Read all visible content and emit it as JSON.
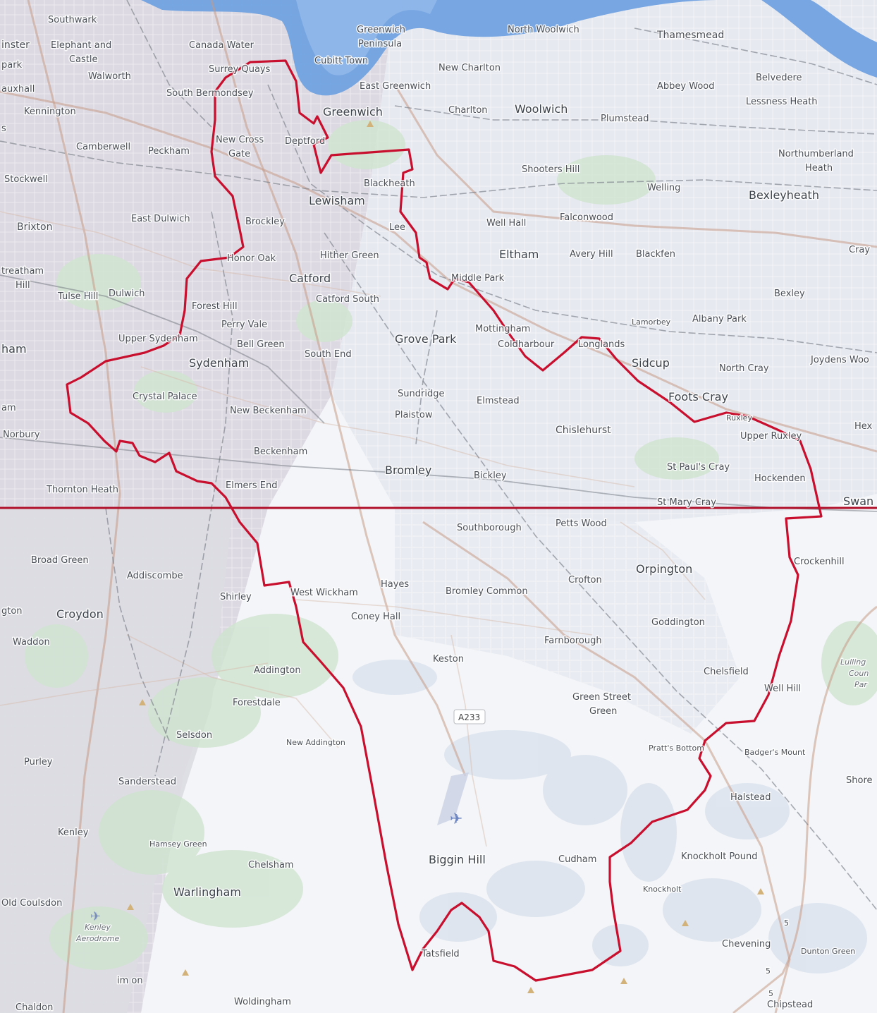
{
  "map": {
    "colors": {
      "boundary": "#c8102e",
      "divider": "#b0102a",
      "river": "#6a9fe0",
      "urban": "#d9d6de",
      "green": "#cfe3cf",
      "open_land": "#f4f6f8"
    },
    "icons": [
      "airport-icon",
      "peak-icon"
    ],
    "places": {
      "southwark": "Southwark",
      "westminster": "inster",
      "elephant": "Elephant and",
      "castle": "Castle",
      "walworth": "Walworth",
      "park": "park",
      "vauxhall": "auxhall",
      "kennington": "Kennington",
      "s_edge": "s",
      "camberwell": "Camberwell",
      "peckham": "Peckham",
      "stockwell": "Stockwell",
      "brixton": "Brixton",
      "east_dulwich": "East Dulwich",
      "streatham": "treatham",
      "hill": "Hill",
      "tulse_hill": "Tulse Hill",
      "dulwich": "Dulwich",
      "ham": "ham",
      "upper_sydenham": "Upper Sydenham",
      "sydenham": "Sydenham",
      "crystal_palace": "Crystal Palace",
      "ham2": "am",
      "norbury": "Norbury",
      "thornton_heath": "Thornton Heath",
      "canada_water": "Canada Water",
      "surrey_quays": "Surrey Quays",
      "south_bermondsey": "South Bermondsey",
      "new_cross": "New Cross",
      "gate": "Gate",
      "deptford": "Deptford",
      "greenwich_peninsula_1": "Greenwich",
      "greenwich_peninsula_2": "Peninsula",
      "cubitt_town": "Cubitt Town",
      "east_greenwich": "East Greenwich",
      "greenwich": "Greenwich",
      "north_woolwich": "North Woolwich",
      "new_charlton": "New Charlton",
      "charlton": "Charlton",
      "woolwich": "Woolwich",
      "thamesmead": "Thamesmead",
      "belvedere": "Belvedere",
      "abbey_wood": "Abbey Wood",
      "lessness_heath": "Lessness Heath",
      "plumstead": "Plumstead",
      "northumberland": "Northumberland",
      "heath": "Heath",
      "shooters_hill": "Shooters Hill",
      "welling": "Welling",
      "bexleyheath": "Bexleyheath",
      "blackheath": "Blackheath",
      "lewisham": "Lewisham",
      "brockley": "Brockley",
      "lee": "Lee",
      "well_hall": "Well Hall",
      "falconwood": "Falconwood",
      "eltham": "Eltham",
      "avery_hill": "Avery Hill",
      "blackfen": "Blackfen",
      "crayford": "Cray",
      "honor_oak": "Honor Oak",
      "hither_green": "Hither Green",
      "catford": "Catford",
      "middle_park": "Middle Park",
      "bexley": "Bexley",
      "forest_hill": "Forest Hill",
      "catford_south": "Catford South",
      "perry_vale": "Perry Vale",
      "bell_green": "Bell Green",
      "grove_park": "Grove Park",
      "mottingham": "Mottingham",
      "coldharbour": "Coldharbour",
      "longlands": "Longlands",
      "lamorbey": "Lamorbey",
      "albany_park": "Albany Park",
      "sidcup": "Sidcup",
      "north_cray": "North Cray",
      "joydens_wood": "Joydens Woo",
      "south_end": "South End",
      "sundridge": "Sundridge",
      "plaistow": "Plaistow",
      "elmstead": "Elmstead",
      "new_beckenham": "New Beckenham",
      "foots_cray": "Foots Cray",
      "ruxley": "Ruxley",
      "upper_ruxley": "Upper Ruxley",
      "hextable": "Hex",
      "chislehurst": "Chislehurst",
      "beckenham": "Beckenham",
      "bromley": "Bromley",
      "bickley": "Bickley",
      "st_pauls_cray": "St Paul's Cray",
      "hockenden": "Hockenden",
      "elmers_end": "Elmers End",
      "st_mary_cray": "St Mary Cray",
      "swanley": "Swan",
      "southborough": "Southborough",
      "petts_wood": "Petts Wood",
      "broad_green": "Broad Green",
      "addiscombe": "Addiscombe",
      "orpington": "Orpington",
      "crockenhill": "Crockenhill",
      "hayes": "Hayes",
      "shirley": "Shirley",
      "west_wickham": "West Wickham",
      "bromley_common": "Bromley Common",
      "crofton": "Crofton",
      "gton": "gton",
      "croydon": "Croydon",
      "coney_hall": "Coney Hall",
      "waddon": "Waddon",
      "goddington": "Goddington",
      "farnborough": "Farnborough",
      "keston": "Keston",
      "addington": "Addington",
      "chelsfield": "Chelsfield",
      "lullingstone_1": "Lulling",
      "lullingstone_2": "Coun",
      "lullingstone_3": "Par",
      "well_hill": "Well Hill",
      "forestdale": "Forestdale",
      "green_street_green_1": "Green Street",
      "green_street_green_2": "Green",
      "a233": "A233",
      "selsdon": "Selsdon",
      "new_addington": "New Addington",
      "pratts_bottom": "Pratt's Bottom",
      "badgers_mount": "Badger's Mount",
      "purley": "Purley",
      "sanderstead": "Sanderstead",
      "shoreham": "Shore",
      "halstead": "Halstead",
      "kenley": "Kenley",
      "hamsey_green": "Hamsey Green",
      "biggin_hill": "Biggin Hill",
      "cudham": "Cudham",
      "knockholt_pound": "Knockholt Pound",
      "chelsham": "Chelsham",
      "knockholt": "Knockholt",
      "warlingham": "Warlingham",
      "old_coulsdon": "Old Coulsdon",
      "kenley_aerodrome_1": "Kenley",
      "kenley_aerodrome_2": "Aerodrome",
      "chevening": "Chevening",
      "tatsfield": "Tatsfield",
      "dunton_green": "Dunton Green",
      "im_on": "im on",
      "woldingham": "Woldingham",
      "chaldon": "Chaldon",
      "chipstead": "Chipstead",
      "road_5a": "5",
      "road_5b": "5",
      "road_5c": "5"
    }
  }
}
